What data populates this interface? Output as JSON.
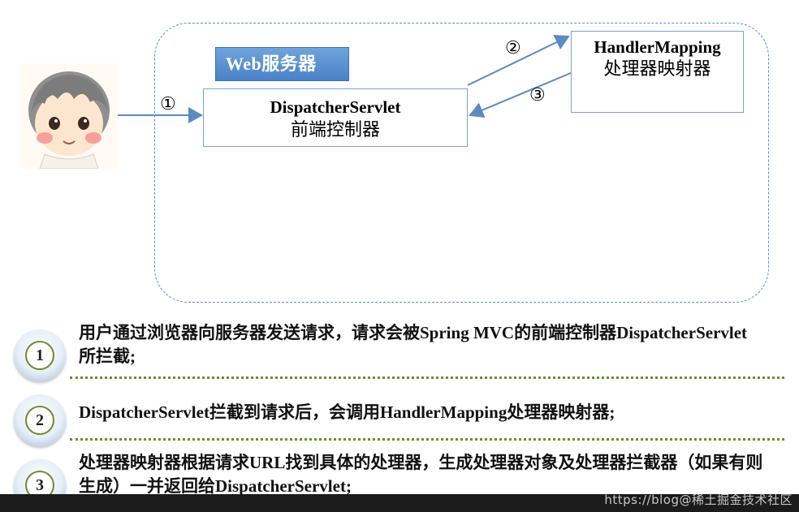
{
  "diagram": {
    "web_server_label": "Web服务器",
    "dispatcher": {
      "name": "DispatcherServlet",
      "subtitle": "前端控制器"
    },
    "handler_mapping": {
      "name": "HandlerMapping",
      "subtitle": "处理器映射器"
    },
    "arrow_labels": {
      "step1": "①",
      "step2": "②",
      "step3": "③"
    }
  },
  "steps": [
    {
      "number": "1",
      "text": "用户通过浏览器向服务器发送请求，请求会被Spring MVC的前端控制器DispatcherServlet所拦截;"
    },
    {
      "number": "2",
      "text": "DispatcherServlet拦截到请求后，会调用HandlerMapping处理器映射器;"
    },
    {
      "number": "3",
      "text": "处理器映射器根据请求URL找到具体的处理器，生成处理器对象及处理器拦截器（如果有则生成）一并返回给DispatcherServlet;"
    }
  ],
  "watermark": "https://blog@稀土掘金技术社区",
  "colors": {
    "accent_blue": "#5b8ac4",
    "separator_green": "#6f8a2d"
  }
}
